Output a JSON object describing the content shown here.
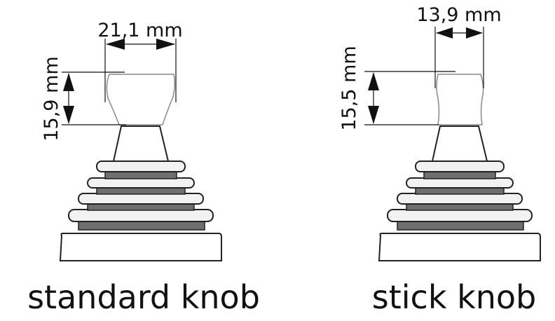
{
  "standard": {
    "width_label": "21,1 mm",
    "height_label": "15,9 mm",
    "caption": "standard knob"
  },
  "stick": {
    "width_label": "13,9 mm",
    "height_label": "15,5 mm",
    "caption": "stick knob"
  }
}
